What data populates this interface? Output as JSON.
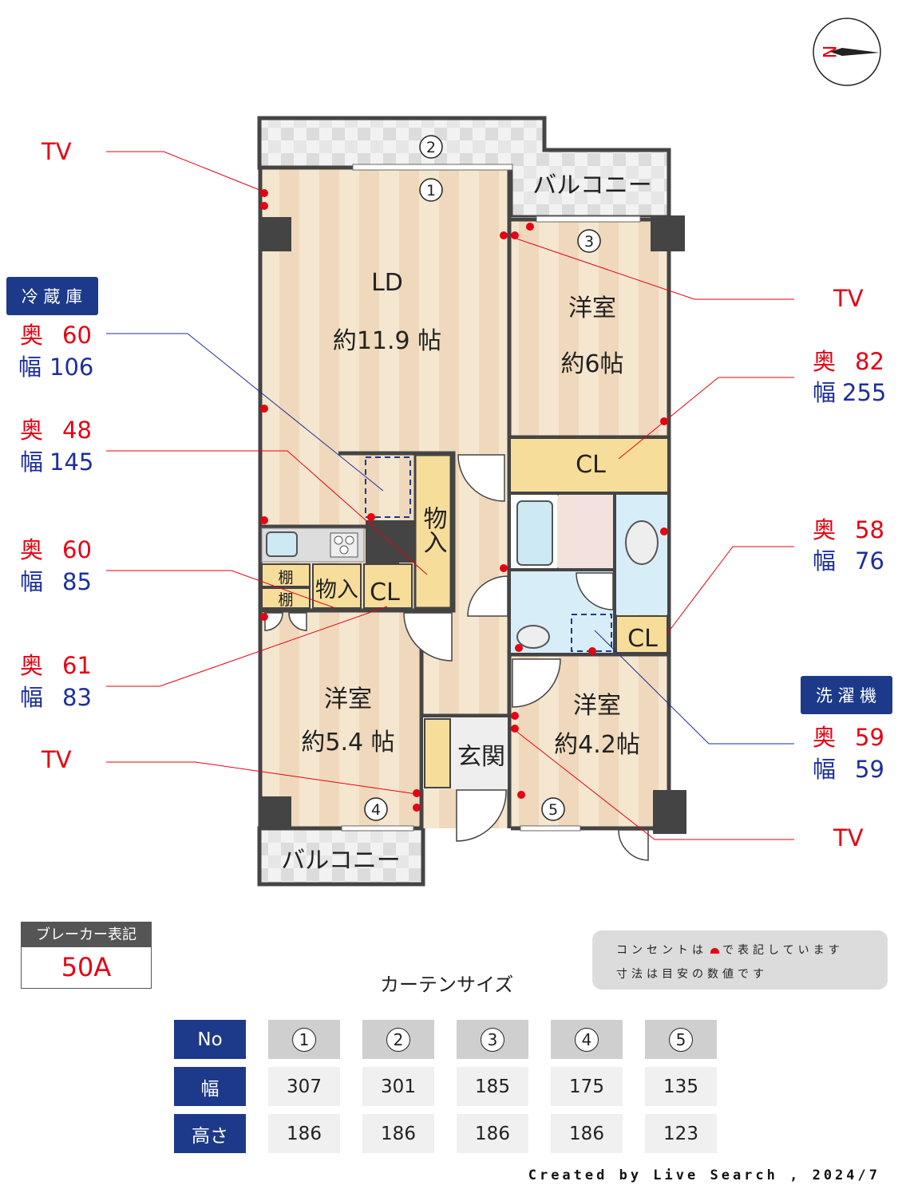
{
  "rooms": {
    "balcony_top": "バルコニー",
    "balcony_bottom": "バルコニー",
    "ld": "LD",
    "ld_size": "約11.9 帖",
    "western1": "洋室",
    "western1_size": "約6帖",
    "western2": "洋室",
    "western2_size": "約5.4 帖",
    "western3": "洋室",
    "western3_size": "約4.2帖",
    "closet1": "CL",
    "closet2": "CL",
    "closet3": "CL",
    "storage_tall": "物入",
    "storage_small": "物入",
    "shelf1": "棚",
    "shelf2": "棚",
    "entrance": "玄関"
  },
  "windows": [
    "1",
    "2",
    "3",
    "4",
    "5"
  ],
  "left_labels": {
    "tv_top": "TV",
    "fridge": "冷 蔵 庫",
    "fridge_depth_k": "奥",
    "fridge_depth": "60",
    "fridge_width_k": "幅",
    "fridge_width": "106",
    "a_depth_k": "奥",
    "a_depth": "48",
    "a_width_k": "幅",
    "a_width": "145",
    "b_depth_k": "奥",
    "b_depth": "60",
    "b_width_k": "幅",
    "b_width": "85",
    "c_depth_k": "奥",
    "c_depth": "61",
    "c_width_k": "幅",
    "c_width": "83",
    "tv_bottom": "TV"
  },
  "right_labels": {
    "tv_top": "TV",
    "a_depth_k": "奥",
    "a_depth": "82",
    "a_width_k": "幅",
    "a_width": "255",
    "b_depth_k": "奥",
    "b_depth": "58",
    "b_width_k": "幅",
    "b_width": "76",
    "washer": "洗 濯 機",
    "washer_depth_k": "奥",
    "washer_depth": "59",
    "washer_width_k": "幅",
    "washer_width": "59",
    "tv_bottom": "TV"
  },
  "breaker": {
    "title": "ブレーカー表記",
    "value": "50A"
  },
  "curtain": {
    "title": "カーテンサイズ",
    "headers": {
      "no": "No",
      "width": "幅",
      "height": "高さ"
    },
    "numbers": [
      "1",
      "2",
      "3",
      "4",
      "5"
    ],
    "widths": [
      "307",
      "301",
      "185",
      "175",
      "135"
    ],
    "heights": [
      "186",
      "186",
      "186",
      "186",
      "123"
    ]
  },
  "note": {
    "line1_a": "コンセントは",
    "line1_b": "で表記しています",
    "line2": "寸法は目安の数値です"
  },
  "credit": "Created by Live Search , 2024/7",
  "compass": {
    "north": "N"
  },
  "colors": {
    "red": "#e60012",
    "blue": "#1d2f9c",
    "navy": "#1d3a8a",
    "wall": "#444444"
  }
}
